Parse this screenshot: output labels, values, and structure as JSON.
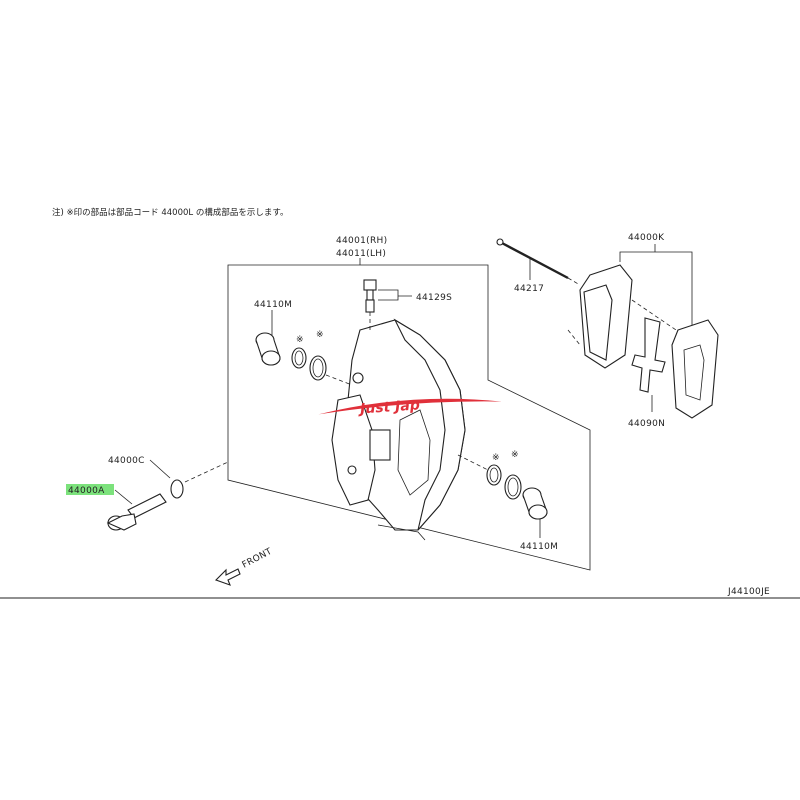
{
  "note": "注) ※印の部品は部品コード 44000L の構成部品を示します。",
  "diagram_code": "J44100JE",
  "direction_label": "FRONT",
  "watermark": "Just Jap",
  "highlight_color": "#7CE27C",
  "watermark_color": "#e0303a",
  "callouts": {
    "caliper_rh": "44001(RH)",
    "caliper_lh": "44011(LH)",
    "bleeder": "44129S",
    "piston_top": "44110M",
    "piston_bottom": "44110M",
    "pin": "44217",
    "pad_kit": "44000K",
    "shim": "44090N",
    "washer": "44000C",
    "bolt": "44000A",
    "seal_mark": "※"
  }
}
